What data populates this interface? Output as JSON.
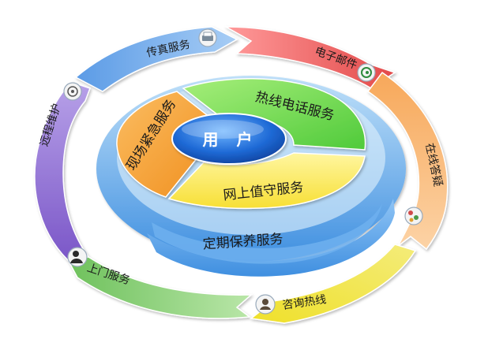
{
  "center": {
    "label": "用 户"
  },
  "inner_segments": [
    {
      "label": "热线电话服务"
    },
    {
      "label": "现场紧急服务"
    },
    {
      "label": "网上值守服务"
    },
    {
      "label": "定期保养服务"
    }
  ],
  "outer_ring": [
    {
      "label": "传真服务",
      "icon": "fax-icon",
      "color": "#6fa8e8"
    },
    {
      "label": "电子邮件",
      "icon": "email-icon",
      "color": "#f06a6a"
    },
    {
      "label": "在线答疑",
      "icon": "online-qa-icon",
      "color": "#f5b06a"
    },
    {
      "label": "咨询热线",
      "icon": "hotline-icon",
      "color": "#f0e45a"
    },
    {
      "label": "上门服务",
      "icon": "onsite-service-icon",
      "color": "#8cd47a"
    },
    {
      "label": "远程维护",
      "icon": "remote-maintenance-icon",
      "color": "#8a6ad0"
    }
  ]
}
